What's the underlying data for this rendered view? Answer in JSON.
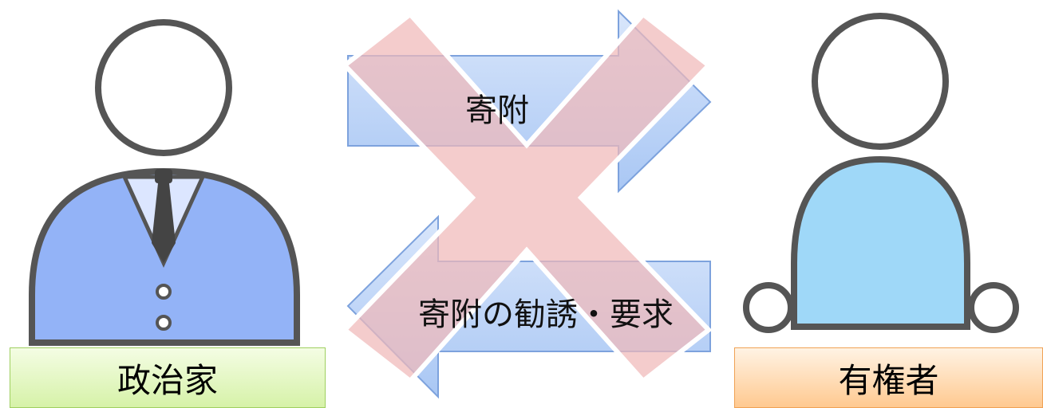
{
  "actors": {
    "politician": {
      "label": "政治家",
      "icon": "politician-icon",
      "suit_color": "#93b3f7",
      "box_color": "#d6f2a8"
    },
    "voter": {
      "label": "有権者",
      "icon": "voter-icon",
      "body_color": "#9fd8f8",
      "box_color": "#ffc990"
    }
  },
  "arrows": {
    "donation": {
      "label": "寄附",
      "direction": "politician-to-voter"
    },
    "solicitation": {
      "label": "寄附の勧誘・要求",
      "direction": "voter-to-politician"
    }
  },
  "prohibition_mark": {
    "icon": "cross-x-icon",
    "color": "#f0b8b8"
  }
}
